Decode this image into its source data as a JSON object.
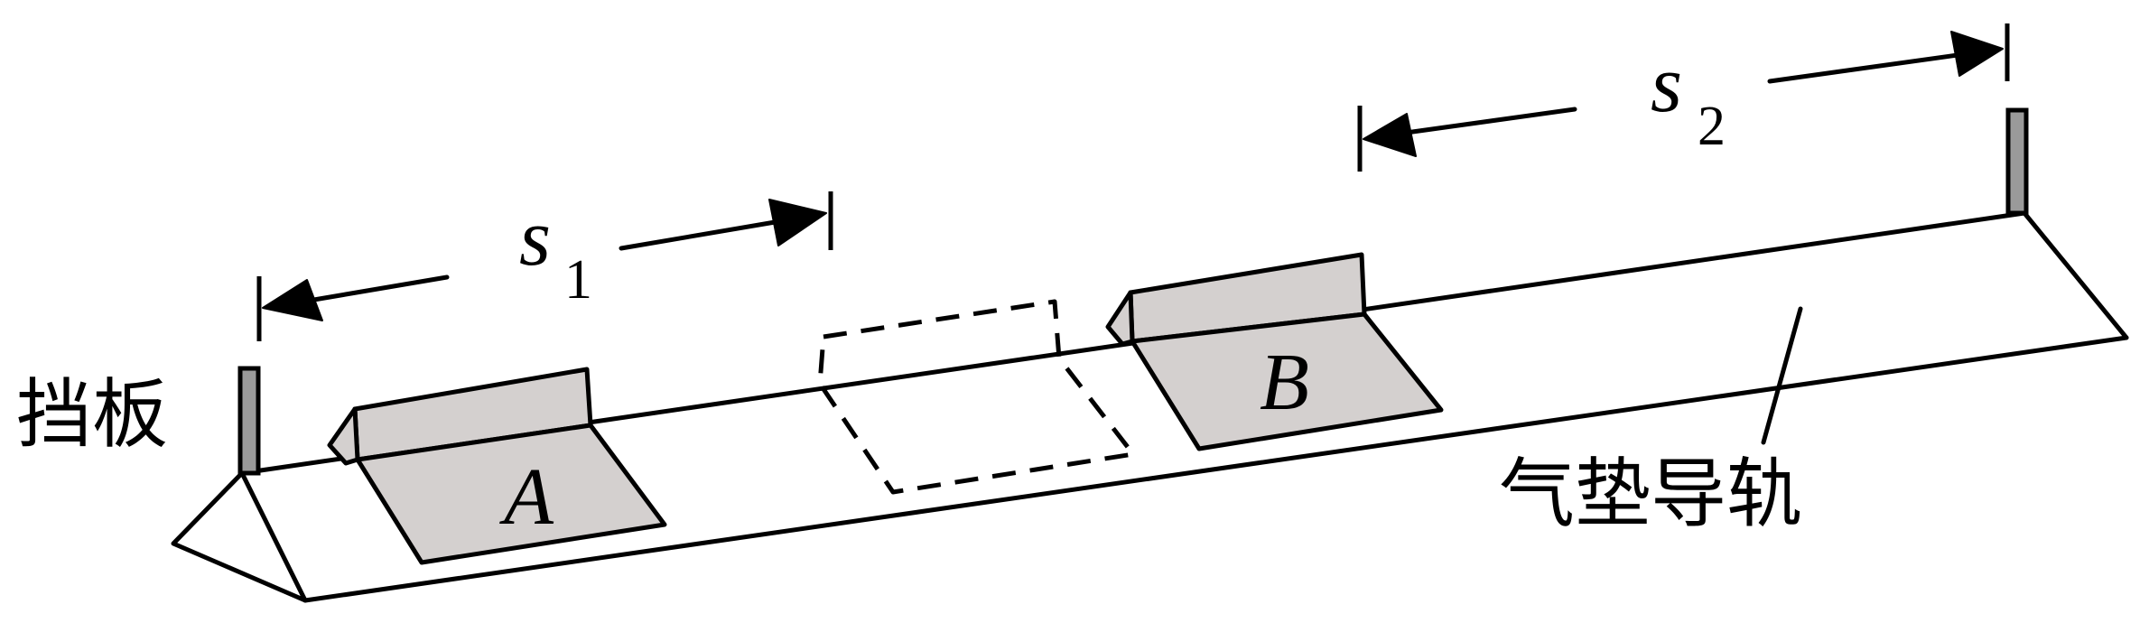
{
  "labels": {
    "baffle": "挡板",
    "air_track": "气垫导轨",
    "slider_a": "A",
    "slider_b": "B",
    "s1_letter": "s",
    "s1_sub": "1",
    "s2_letter": "s",
    "s2_sub": "2"
  }
}
